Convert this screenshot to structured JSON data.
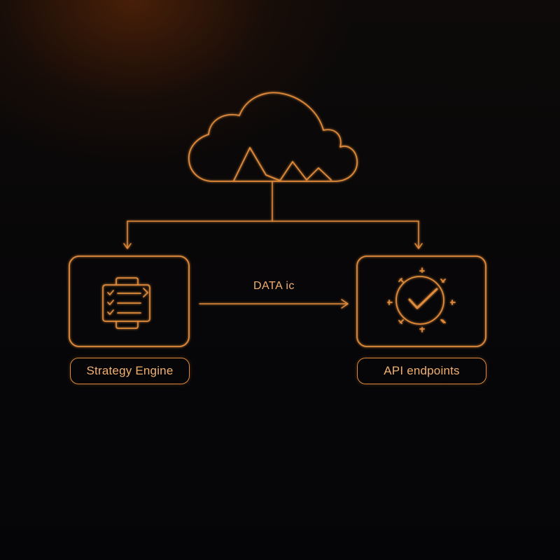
{
  "colors": {
    "accent": "#e08a3a",
    "text": "#f2b070",
    "background": "#070608"
  },
  "nodes": {
    "cloud": {
      "icon": "cloud-mountains-icon"
    },
    "strategy_engine": {
      "icon": "checklist-icon",
      "label": "Strategy Engine"
    },
    "api_endpoints": {
      "icon": "gear-check-icon",
      "label": "API endpoints"
    }
  },
  "edges": {
    "engine_to_api": {
      "label": "DATA ic"
    }
  }
}
